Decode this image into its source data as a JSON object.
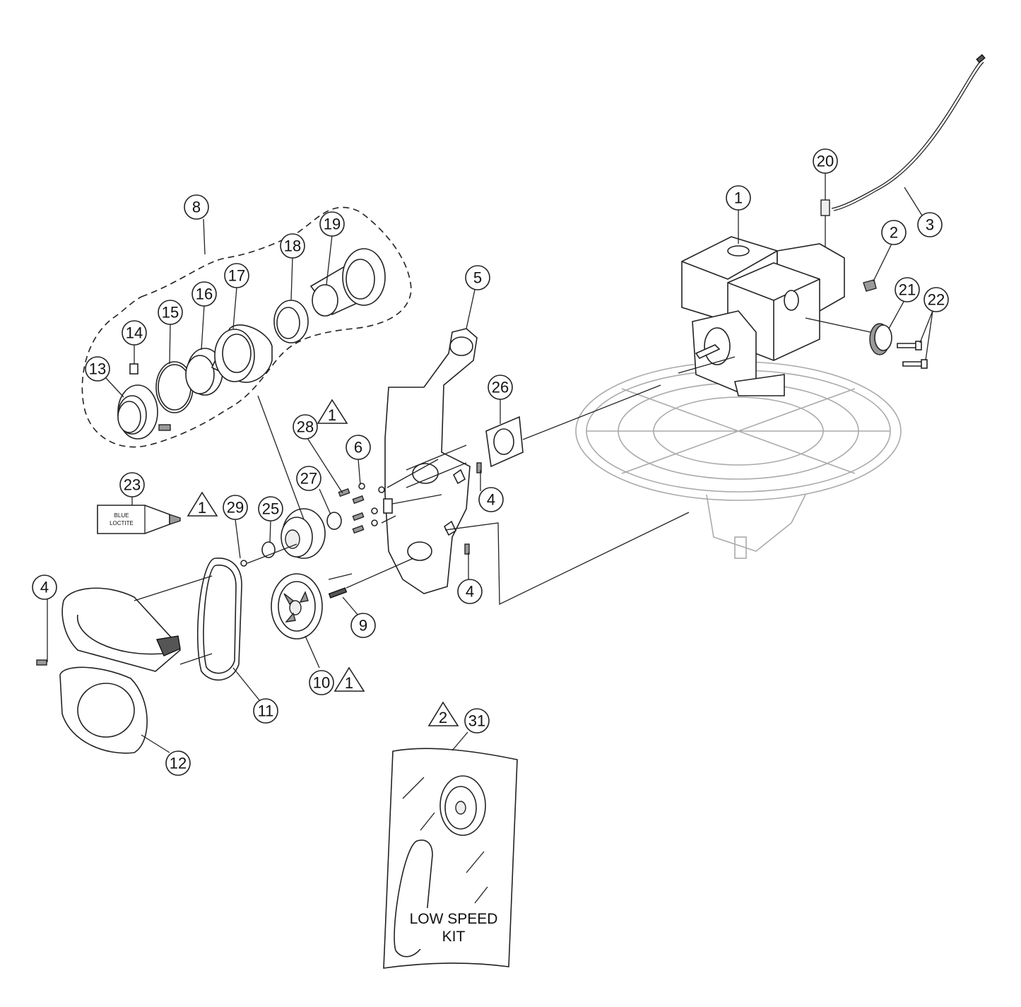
{
  "callouts": [
    "1",
    "2",
    "3",
    "4",
    "4",
    "4",
    "5",
    "6",
    "8",
    "9",
    "10",
    "11",
    "12",
    "13",
    "14",
    "15",
    "16",
    "17",
    "18",
    "19",
    "20",
    "21",
    "22",
    "23",
    "25",
    "26",
    "27",
    "28",
    "29",
    "31"
  ],
  "warnings": [
    "1",
    "1",
    "1",
    "2"
  ],
  "tube_label": {
    "line1": "BLUE",
    "line2": "LOCTITE"
  },
  "kit_label": {
    "line1": "LOW SPEED",
    "line2": "KIT"
  }
}
